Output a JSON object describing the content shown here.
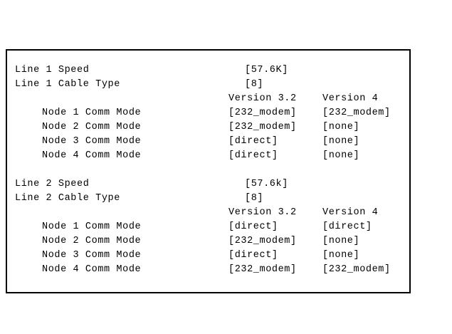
{
  "panel": {
    "border_color": "#000000",
    "background_color": "#ffffff",
    "text_color": "#000000",
    "column_headers": {
      "version_a": "Version 3.2",
      "version_b": "Version 4"
    },
    "sections": [
      {
        "id": "line-1",
        "speed_label": "Line 1 Speed",
        "speed_value": "[57.6K]",
        "cable_type_label": "Line 1 Cable Type",
        "cable_type_value": "[8]",
        "header_a": "Version 3.2",
        "header_b": "Version 4",
        "nodes": [
          {
            "label": "Node 1 Comm Mode",
            "v32": "[232_modem]",
            "v4": "[232_modem]"
          },
          {
            "label": "Node 2 Comm Mode",
            "v32": "[232_modem]",
            "v4": "[none]"
          },
          {
            "label": "Node 3 Comm Mode",
            "v32": "[direct]",
            "v4": "[none]"
          },
          {
            "label": "Node 4 Comm Mode",
            "v32": "[direct]",
            "v4": "[none]"
          }
        ]
      },
      {
        "id": "line-2",
        "speed_label": "Line 2 Speed",
        "speed_value": "[57.6k]",
        "cable_type_label": "Line 2 Cable Type",
        "cable_type_value": "[8]",
        "header_a": "Version 3.2",
        "header_b": "Version 4",
        "nodes": [
          {
            "label": "Node 1 Comm Mode",
            "v32": "[direct]",
            "v4": "[direct]"
          },
          {
            "label": "Node 2 Comm Mode",
            "v32": "[232_modem]",
            "v4": "[none]"
          },
          {
            "label": "Node 3 Comm Mode",
            "v32": "[direct]",
            "v4": "[none]"
          },
          {
            "label": "Node 4 Comm Mode",
            "v32": "[232_modem]",
            "v4": "[232_modem]"
          }
        ]
      }
    ]
  }
}
